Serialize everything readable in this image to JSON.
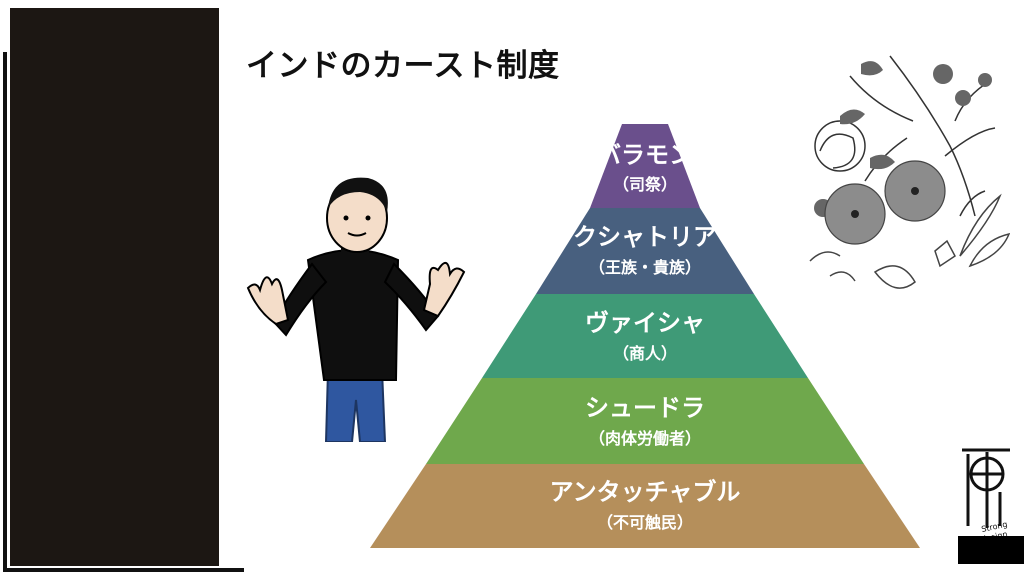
{
  "title": "インドのカースト制度",
  "pyramid": {
    "tiers": [
      {
        "name": "バラモン",
        "sub": "（司祭）",
        "color": "#6a4f8c"
      },
      {
        "name": "クシャトリア",
        "sub": "（王族・貴族）",
        "color": "#48607f"
      },
      {
        "name": "ヴァイシャ",
        "sub": "（商人）",
        "color": "#3f9a77"
      },
      {
        "name": "シュードラ",
        "sub": "（肉体労働者）",
        "color": "#6fa84c"
      },
      {
        "name": "アンタッチャブル",
        "sub": "（不可触民）",
        "color": "#b58f5b"
      }
    ]
  },
  "colors": {
    "left_panel": "#1c1713",
    "shirt": "#0f0f0f",
    "jeans": "#2f57a0"
  },
  "icons": {
    "person": "man-illustration",
    "flowers": "flower-sketch",
    "logo": "brand-logo"
  }
}
